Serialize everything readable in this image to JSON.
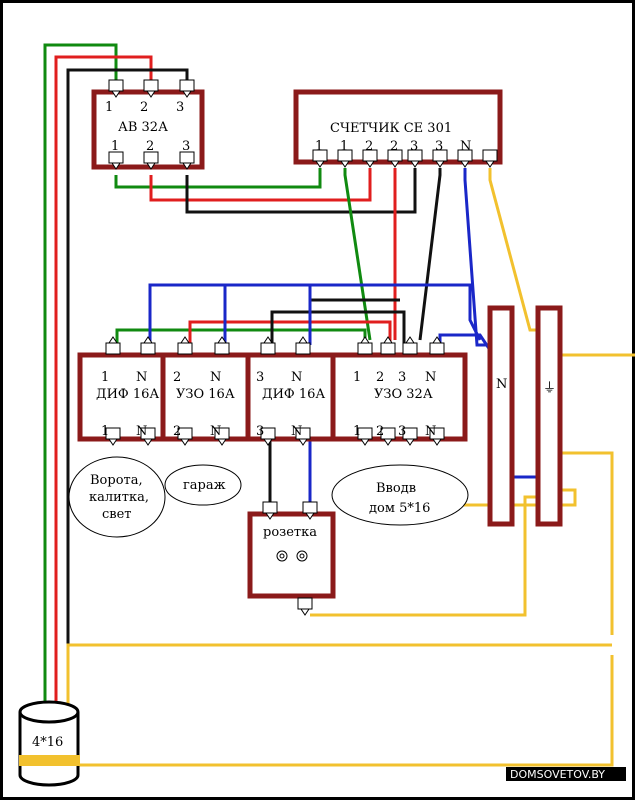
{
  "colors": {
    "box": "#8b1a1a",
    "phase_green": "#108a10",
    "phase_red": "#e01e1e",
    "phase_black": "#111111",
    "neutral_blue": "#1a27c8",
    "earth_yellow": "#f2c12e",
    "terminal": "#ffffff"
  },
  "breaker": {
    "label": "АВ 32А",
    "top_terminals": [
      "1",
      "2",
      "3"
    ],
    "bottom_terminals": [
      "1",
      "2",
      "3"
    ]
  },
  "meter": {
    "label": "СЧЕТЧИК  СЕ 301",
    "terminals": [
      "1",
      "1",
      "2",
      "2",
      "3",
      "3",
      "N"
    ]
  },
  "modules": [
    {
      "id": "dif1",
      "label": "ДИФ 16А",
      "top": [
        "1",
        "N"
      ],
      "bottom": [
        "1",
        "N"
      ]
    },
    {
      "id": "uzo16",
      "label": "УЗО 16А",
      "top": [
        "2",
        "N"
      ],
      "bottom": [
        "2",
        "N"
      ]
    },
    {
      "id": "dif2",
      "label": "ДИФ 16А",
      "top": [
        "3",
        "N"
      ],
      "bottom": [
        "3",
        "N"
      ]
    },
    {
      "id": "uzo32",
      "label": "УЗО 32А",
      "top": [
        "1",
        "2",
        "3",
        "N"
      ],
      "bottom": [
        "1",
        "2",
        "3",
        "N"
      ]
    }
  ],
  "bus_n_label": "N",
  "bus_pe_label": "⏚",
  "ovals": [
    {
      "id": "gate",
      "lines": [
        "Ворота,",
        "калитка,",
        "свет"
      ]
    },
    {
      "id": "garage",
      "lines": [
        "гараж"
      ]
    },
    {
      "id": "input",
      "lines": [
        "Вводв",
        "дом 5*16"
      ]
    }
  ],
  "socket": {
    "label": "розетка"
  },
  "cable": {
    "label": "4*16"
  },
  "watermark": "DOMSOVETOV.BY"
}
